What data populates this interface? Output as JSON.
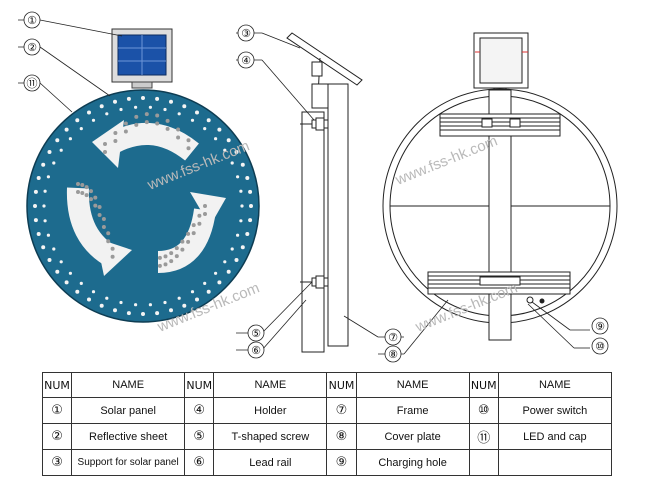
{
  "watermark": "www.fss-hk.com",
  "callouts": {
    "c1": "①",
    "c2": "②",
    "c3": "③",
    "c4": "④",
    "c5": "⑤",
    "c6": "⑥",
    "c7": "⑦",
    "c8": "⑧",
    "c9": "⑨",
    "c10": "⑩",
    "c11": "⑪"
  },
  "table": {
    "headers": [
      {
        "num": "NUM",
        "name": "NAME"
      },
      {
        "num": "NUM",
        "name": "NAME"
      },
      {
        "num": "NUM",
        "name": "NAME"
      },
      {
        "num": "NUM",
        "name": "NAME"
      }
    ],
    "rows": [
      [
        {
          "num": "①",
          "name": "Solar panel"
        },
        {
          "num": "④",
          "name": "Holder"
        },
        {
          "num": "⑦",
          "name": "Frame"
        },
        {
          "num": "⑩",
          "name": "Power switch"
        }
      ],
      [
        {
          "num": "②",
          "name": "Reflective sheet"
        },
        {
          "num": "⑤",
          "name": "T-shaped screw"
        },
        {
          "num": "⑧",
          "name": "Cover plate"
        },
        {
          "num": "⑪",
          "name": "LED and cap"
        }
      ],
      [
        {
          "num": "③",
          "name": "Support for solar panel"
        },
        {
          "num": "⑥",
          "name": "Lead rail"
        },
        {
          "num": "⑨",
          "name": "Charging hole"
        },
        {
          "num": "",
          "name": ""
        }
      ]
    ]
  }
}
